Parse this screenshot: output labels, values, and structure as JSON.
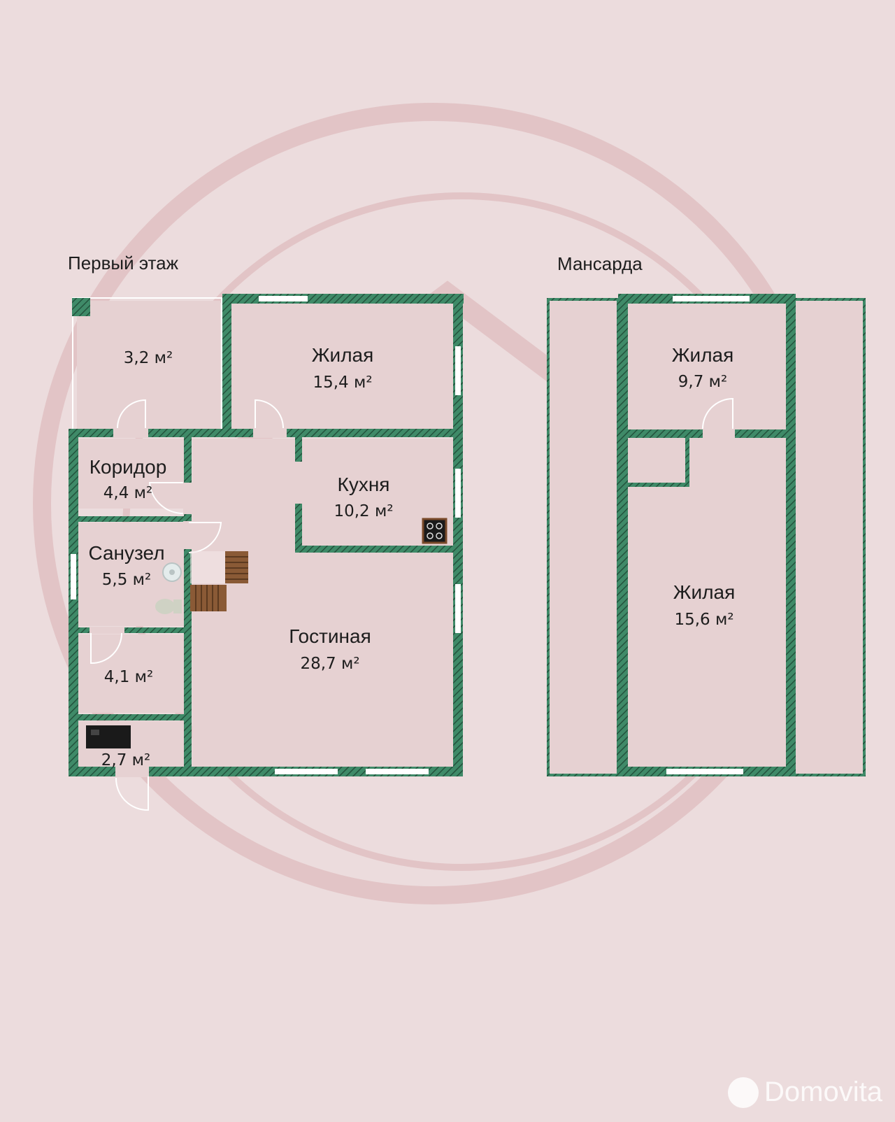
{
  "first_floor": {
    "title": "Первый этаж",
    "rooms": {
      "vestibule": {
        "area": "3,2 м²"
      },
      "living_1": {
        "label": "Жилая",
        "area": "15,4 м²"
      },
      "corridor": {
        "label": "Коридор",
        "area": "4,4 м²"
      },
      "kitchen": {
        "label": "Кухня",
        "area": "10,2 м²"
      },
      "bathroom": {
        "label": "Санузел",
        "area": "5,5 м²"
      },
      "storage": {
        "area": "4,1 м²"
      },
      "boiler": {
        "area": "2,7 м²"
      },
      "living_room": {
        "label": "Гостиная",
        "area": "28,7 м²"
      }
    }
  },
  "attic": {
    "title": "Мансарда",
    "rooms": {
      "living_1": {
        "label": "Жилая",
        "area": "9,7 м²"
      },
      "living_2": {
        "label": "Жилая",
        "area": "15,6 м²"
      }
    }
  },
  "colors": {
    "background": "#ecdcdd",
    "wall": "#3f8a68",
    "wall_hatch": "#23533d",
    "room_fill": "#e8d3d4",
    "watermark": "#c98a8c"
  },
  "brand": {
    "text": "Domovita"
  }
}
